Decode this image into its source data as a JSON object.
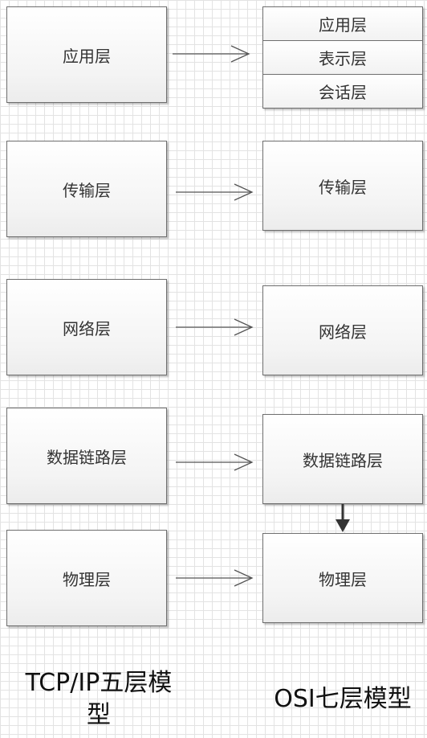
{
  "tcpip": {
    "layers": [
      "应用层",
      "传输层",
      "网络层",
      "数据链路层",
      "物理层"
    ],
    "caption": "TCP/IP五层模型"
  },
  "osi": {
    "top_group": [
      "应用层",
      "表示层",
      "会话层"
    ],
    "layers": [
      "传输层",
      "网络层",
      "数据链路层",
      "物理层"
    ],
    "caption": "OSI七层模型"
  }
}
